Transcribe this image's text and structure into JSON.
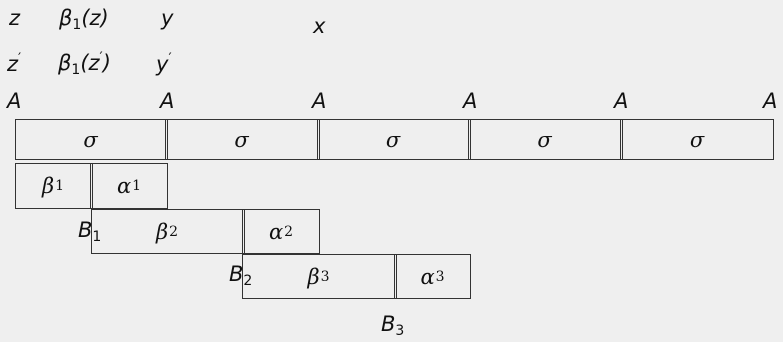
{
  "labels": {
    "z": "z",
    "beta1_of": "β",
    "beta1_sub": "1",
    "beta1_z_arg": "(z)",
    "y": "y",
    "x": "x",
    "zp": "z",
    "beta1_zp_arg": "(z",
    "prime": "′",
    "close_paren": ")",
    "yp": "y",
    "A": "A",
    "B": "B",
    "B1_sub": "1",
    "B2_sub": "2",
    "B3_sub": "3"
  },
  "sigma_row": [
    "σ",
    "σ",
    "σ",
    "σ",
    "σ"
  ],
  "row1": {
    "beta": "β",
    "beta_sub": "1",
    "alpha": "α",
    "alpha_sub": "1"
  },
  "row2": {
    "beta": "β",
    "beta_sub": "2",
    "alpha": "α",
    "alpha_sub": "2"
  },
  "row3": {
    "beta": "β",
    "beta_sub": "3",
    "alpha": "α",
    "alpha_sub": "3"
  }
}
